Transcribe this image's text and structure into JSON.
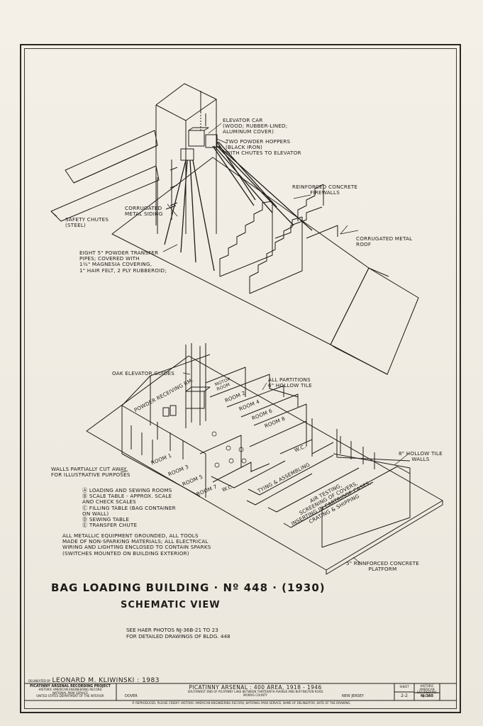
{
  "labels": {
    "elevator_car": "ELEVATOR CAR\n(WOOD; RUBBER-LINED;\nALUMINUM COVER)",
    "powder_hoppers": "TWO POWDER HOPPERS\n(BLACK IRON)\nWITH CHUTES TO ELEVATOR",
    "firewalls": "REINFORCED CONCRETE\nFIREWALLS",
    "corrugated_siding": "CORRUGATED\nMETAL SIDING",
    "safety_chutes": "SAFETY CHUTES\n(STEEL)",
    "corrugated_roof": "CORRUGATED METAL\nROOF",
    "transfer_pipes": "EIGHT 5\" POWDER TRANSFER\nPIPES; COVERED WITH\n1½\" MAGNESIA COVERING,\n1\" HAIR FELT, 2 PLY RUBBEROID;",
    "oak_guides": "OAK ELEVATOR GUIDES",
    "all_partitions": "ALL PARTITIONS\n6\" HOLLOW TILE",
    "hollow_tile_walls": "8\" HOLLOW TILE\nWALLS",
    "walls_cut_away": "WALLS PARTIALLY CUT AWAY\nFOR ILLUSTRATIVE PURPOSES",
    "legend": "Ⓐ LOADING AND SEWING ROOMS\nⒷ SCALE TABLE - APPROX. SCALE\n    AND CHECK SCALES\nⒸ FILLING TABLE (BAG CONTAINER\n    ON WALL)\nⒹ SEWING TABLE\nⒺ TRANSFER CHUTE",
    "metallic_note": "ALL METALLIC EQUIPMENT GROUNDED, ALL TOOLS\nMADE OF NON-SPARKING MATERIALS; ALL ELECTRICAL\nWIRING AND LIGHTING ENCLOSED TO CONTAIN SPARKS\n(SWITCHES MOUNTED ON BUILDING EXTERIOR)",
    "platform": "5\" REINFORCED CONCRETE\nPLATFORM",
    "powder_receiving": "POWDER RECEIVING RM.",
    "motor_room": "MOTOR\nROOM",
    "room1": "ROOM 1",
    "room2": "ROOM 2",
    "room3": "ROOM 3",
    "room4": "ROOM 4",
    "room5": "ROOM 5",
    "room6": "ROOM 6",
    "room7": "ROOM 7",
    "room8": "ROOM 8",
    "wc1": "W.C.",
    "wc2": "W.C.",
    "tying": "TYING & ASSEMBLING",
    "air_testing": "AIR TESTING,\nSCREENING OF COVERS,\nINSERTING IN CARTRIDGE CASES,\nCRATING & SHIPPING"
  },
  "title": {
    "main": "BAG LOADING BUILDING  · Nº 448 · (1930)",
    "sub": "SCHEMATIC VIEW"
  },
  "see_note": "SEE HAER PHOTOS NJ-36B-21 TO 23\nFOR DETAILED DRAWINGS OF BLDG. 448",
  "delineator": {
    "prefix": "DELINEATED BY",
    "name": "LEONARD M. KLIWINSKI : 1983"
  },
  "title_block": {
    "project": "PICATINNY ARSENAL RECORDING PROJECT",
    "project_sub": "HISTORIC AMERICAN ENGINEERING RECORD\nNATIONAL PARK SERVICE\nUNITED STATES DEPARTMENT OF THE INTERIOR",
    "arsenal": "PICATINNY ARSENAL : 400 AREA, 1918 - 1946",
    "location": "SOUTHWEST END OF PICATINNY LAKE BETWEEN THIRTEENTH AVENUE AND BUFFINGTON ROAD\nMORRIS COUNTY",
    "dover": "DOVER",
    "state": "NEW JERSEY",
    "sheet_label": "SHEET",
    "sheet": "2-2",
    "haer": "HISTORIC AMERICAN\nENGINEERING RECORD",
    "haer_no": "NJ-36B",
    "reproduced": "IF REPRODUCED, PLEASE CREDIT: HISTORIC AMERICAN ENGINEERING RECORD, NATIONAL PARK SERVICE, NAME OF DELINEATOR, DATE OF THE DRAWING"
  },
  "colors": {
    "ink": "#1d1b18",
    "paper": "#f2eee6"
  }
}
